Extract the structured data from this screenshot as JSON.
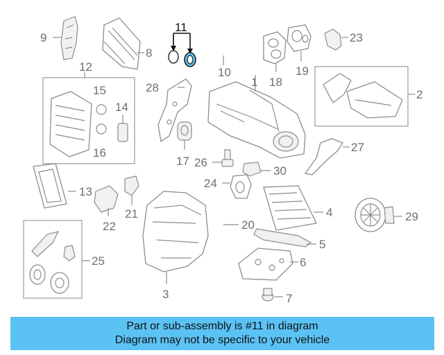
{
  "banner": {
    "line1": "Part or sub-assembly is #11 in diagram",
    "line2": "Diagram may not be specific to your vehicle",
    "background": "#5bc2f4"
  },
  "callouts": {
    "c1": "1",
    "c2": "2",
    "c3": "3",
    "c4": "4",
    "c5": "5",
    "c6": "6",
    "c7": "7",
    "c8": "8",
    "c9": "9",
    "c10": "10",
    "c11": "11",
    "c12": "12",
    "c13": "13",
    "c14": "14",
    "c15": "15",
    "c16": "16",
    "c17": "17",
    "c18": "18",
    "c19": "19",
    "c20": "20",
    "c21": "21",
    "c22": "22",
    "c23": "23",
    "c24": "24",
    "c25": "25",
    "c26": "26",
    "c27": "27",
    "c28": "28",
    "c29": "29",
    "c30": "30"
  },
  "highlighted_part": "11",
  "colors": {
    "line": "#8c8c8c",
    "highlight": "#5bc2f4",
    "text": "#6e6e6e"
  }
}
